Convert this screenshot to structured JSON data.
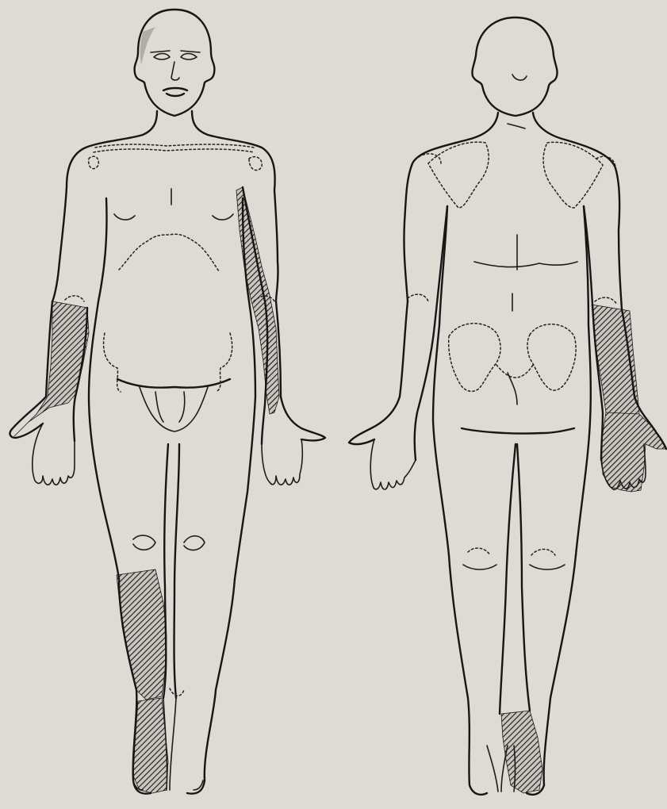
{
  "figure": {
    "background": "#dedbd4",
    "line_color": "#161616",
    "hatch_color": "#1a1a1a"
  },
  "views": [
    {
      "id": "anterior",
      "shaded_regions": [
        "right-forearm",
        "left-arm-lateral",
        "right-lower-leg",
        "right-foot"
      ]
    },
    {
      "id": "posterior",
      "shaded_regions": [
        "right-forearm",
        "right-hand",
        "right-heel"
      ]
    }
  ]
}
